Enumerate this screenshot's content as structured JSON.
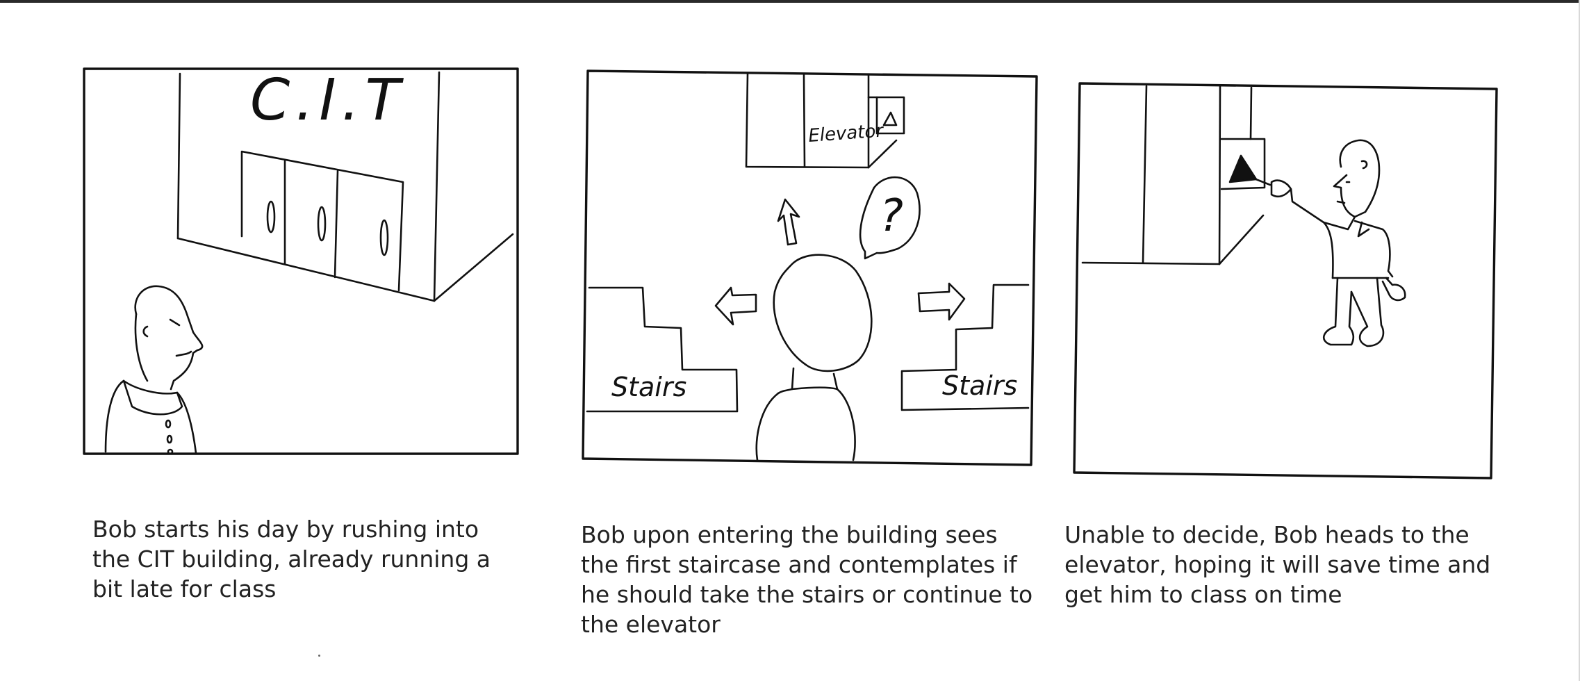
{
  "panels": [
    {
      "sign": "C.I.T",
      "caption": "Bob starts his day by rushing into the CIT building, already running a bit late for class"
    },
    {
      "elevator_label": "Elevator",
      "question_mark": "?",
      "stairs_left": "Stairs",
      "stairs_right": "Stairs",
      "caption": "Bob upon entering the building sees the first staircase and contemplates if he should take the stairs or continue to the elevator"
    },
    {
      "caption": "Unable to decide, Bob heads to the elevator, hoping it will save time and get him to class on time"
    }
  ]
}
